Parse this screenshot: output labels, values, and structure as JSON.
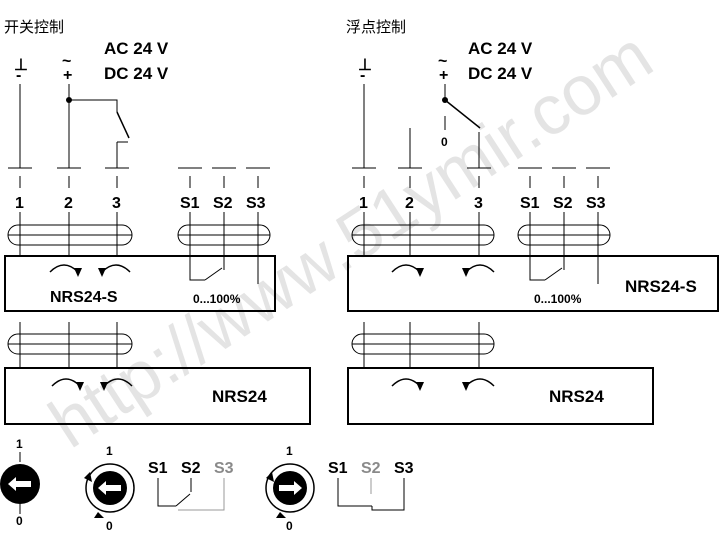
{
  "left": {
    "title": "开关控制",
    "supply": {
      "ac": "AC 24 V",
      "dc": "DC 24 V",
      "gnd": "⊥",
      "minus": "-",
      "tilde": "~",
      "plus": "+"
    },
    "terminals": [
      "1",
      "2",
      "3"
    ],
    "aux_terminals": [
      "S1",
      "S2",
      "S3"
    ],
    "module_top": "NRS24-S",
    "module_bottom": "NRS24",
    "range": "0...100%"
  },
  "right": {
    "title": "浮点控制",
    "supply": {
      "ac": "AC 24 V",
      "dc": "DC 24 V",
      "gnd": "⊥",
      "minus": "-",
      "tilde": "~",
      "plus": "+",
      "zero": "0"
    },
    "terminals": [
      "1",
      "2",
      "3"
    ],
    "aux_terminals": [
      "S1",
      "S2",
      "S3"
    ],
    "module_top": "NRS24-S",
    "module_bottom": "NRS24",
    "range": "0...100%"
  },
  "legend": {
    "dial1": {
      "top": "1",
      "bottom": "0"
    },
    "dial2": {
      "top": "1",
      "bottom": "0"
    },
    "dial3": {
      "top": "1",
      "bottom": "0"
    },
    "switch_a": [
      "S1",
      "S2",
      "S3"
    ],
    "switch_b": [
      "S1",
      "S2",
      "S3"
    ]
  },
  "watermark": "http://www.51ymir.com",
  "colors": {
    "line": "#000000",
    "muted": "#8a8a8a",
    "watermark": "#cfcfcf"
  }
}
